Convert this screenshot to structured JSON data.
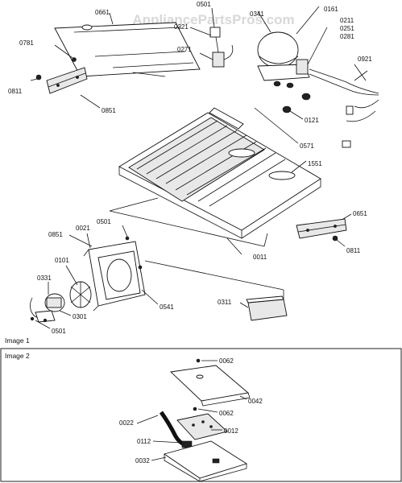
{
  "watermark": "AppliancePartsPros.com",
  "image1": {
    "title": "Image 1"
  },
  "image2": {
    "title": "Image 2"
  },
  "labels": {
    "l0501_top": "0501",
    "l0341": "0341",
    "l0161": "0161",
    "l0661": "0661",
    "l0221": "0221",
    "l0211": "0211",
    "l0251": "0251",
    "l0281": "0281",
    "l0781": "0781",
    "l0271": "0271",
    "l0921": "0921",
    "l0811_left": "0811",
    "l0851_top": "0851",
    "l0121": "0121",
    "l0571": "0571",
    "l1551": "1551",
    "l0651": "0651",
    "l0021": "0021",
    "l0501_mid": "0501",
    "l0851_left": "0851",
    "l0011": "0011",
    "l0811_right": "0811",
    "l0101": "0101",
    "l0331": "0331",
    "l0541": "0541",
    "l0311": "0311",
    "l0301": "0301",
    "l0501_bot": "0501",
    "l0062_top": "0062",
    "l0042": "0042",
    "l0022": "0022",
    "l0062_bot": "0062",
    "l0012": "0012",
    "l0112": "0112",
    "l0032": "0032"
  }
}
